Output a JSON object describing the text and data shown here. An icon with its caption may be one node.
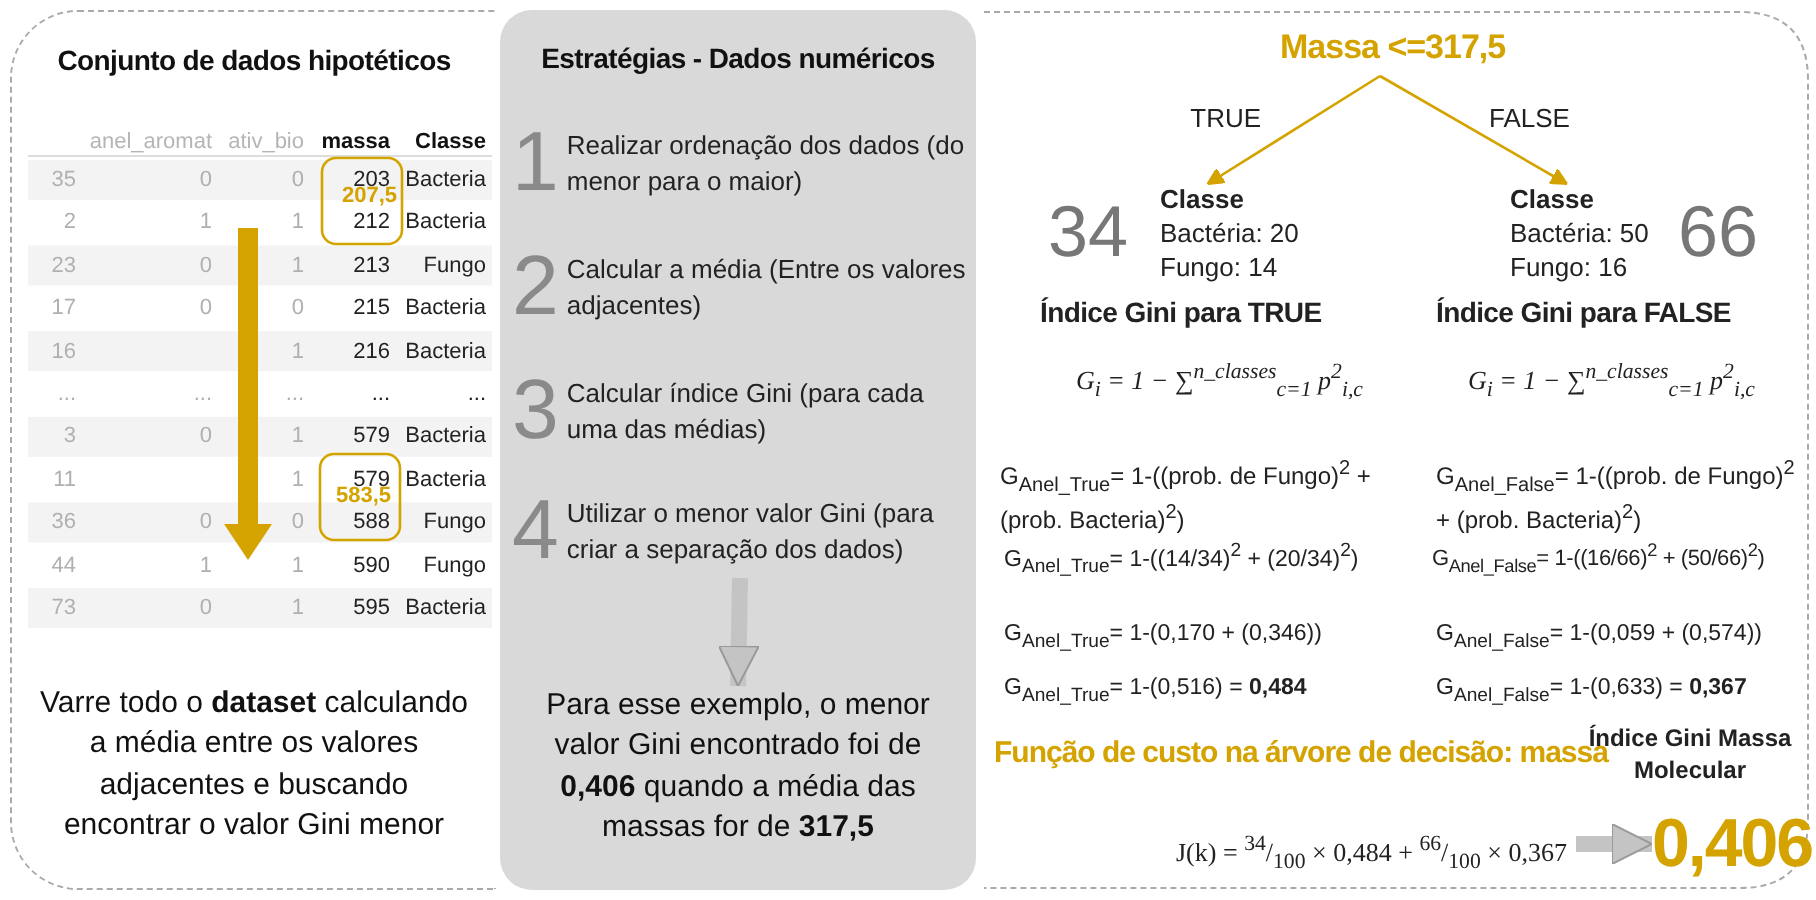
{
  "diagram": {
    "nodes": [
      {
        "text": [
          "Conjunto de dados hipotéticos",
          "Varre todo o **dataset** calculando a média entre os valores adjacentes e buscando encontrar o valor Gini menor"
        ]
      },
      {
        "text": [
          "Estratégias - Dados numéricos"
        ]
      },
      {
        "text": [
          "1",
          "Realizar ordenação dos dados (do menor para o maior)"
        ],
        "in": 1
      },
      {
        "text": [
          "2",
          "Calcular a média (Entre os valores adjacentes)"
        ],
        "in": 1
      },
      {
        "text": [
          "3",
          "Calcular índice Gini (para cada uma das médias)"
        ],
        "in": 1
      },
      {
        "text": [
          "4",
          "Utilizar o menor valor Gini (para criar a separação dos dados)"
        ],
        "in": 1
      },
      {
        "text": [
          "Para esse exemplo, o menor valor Gini encontrado foi de **0,406** quando a média das massas for de **317,5**"
        ],
        "in": 1
      },
      {
        "text": [
          "Massa <=317,5"
        ]
      },
      {
        "text": [
          "Classe",
          "Bactéria: 20 Fungo: 14"
        ],
        "beside": [
          "34"
        ]
      },
      {
        "text": [
          "Classe",
          "Bactéria: 50 Fungo: 16"
        ],
        "beside": [
          "66"
        ]
      },
      {
        "text": [
          "J(k) = $^{34}$/$_{100}$ × 0,484 + $^{66}$/$_{100}$ × 0,367"
        ]
      },
      {
        "text": [
          "0,406"
        ]
      }
    ],
    "edges": [
      {
        "from": 5,
        "to": 6,
        "arrow": "to",
        "style": "thick"
      },
      {
        "from": 7,
        "to": 8,
        "arrow": "to",
        "label": "TRUE",
        "color": "#d4a300"
      },
      {
        "from": 7,
        "to": 9,
        "arrow": "to",
        "label": "FALSE",
        "color": "#d4a300"
      },
      {
        "from": 10,
        "to": 11,
        "arrow": "to",
        "style": "thick"
      }
    ],
    "labels": [
      "anel_aromat",
      "ativ_bio",
      "massa",
      "Classe",
      "35",
      "0",
      "0",
      "203",
      "Bacteria",
      "2",
      "1",
      "1",
      "212",
      "Bacteria",
      "23",
      "0",
      "1",
      "213",
      "Fungo",
      "17",
      "0",
      "0",
      "215",
      "Bacteria",
      "16",
      "1",
      "216",
      "Bacteria",
      "...",
      "...",
      "...",
      "...",
      "...",
      "3",
      "0",
      "1",
      "579",
      "Bacteria",
      "11",
      "1",
      "579",
      "Bacteria",
      "36",
      "0",
      "0",
      "588",
      "Fungo",
      "44",
      "1",
      "1",
      "590",
      "Fungo",
      "73",
      "0",
      "1",
      "595",
      "Bacteria",
      "207,5",
      "583,5",
      "Índice Gini para TRUE",
      "Índice Gini para FALSE",
      "G$_{i}$ = 1 − ∑$^{n_classes}$$_{c=1}$ p$^{2}$$_{i,c}$",
      "G$_{i}$ = 1 − ∑$^{n_classes}$$_{c=1}$ p$^{2}$$_{i,c}$",
      "G$_{Anel_True}$= 1-((prob. de Fungo)$^{2}$ + (prob. Bacteria)$^{2}$)",
      "G$_{Anel_False}$= 1-((prob. de Fungo)$^{2}$ + (prob. Bacteria)$^{2}$)",
      "G$_{Anel_True}$= 1-((14/34)$^{2}$ + (20/34)$^{2}$)",
      "G$_{Anel_False}$= 1-((16/66)$^{2}$ + (50/66)$^{2}$)",
      "G$_{Anel_True}$= 1-(0,170 + (0,346))",
      "G$_{Anel_False}$= 1-(0,059 + (0,574))",
      "G$_{Anel_True}$= 1-(0,516) = **0,484**",
      "G$_{Anel_False}$= 1-(0,633) = **0,367**",
      "Função de custo na árvore de decisão: massa",
      "Índice Gini Massa Molecular"
    ]
  }
}
